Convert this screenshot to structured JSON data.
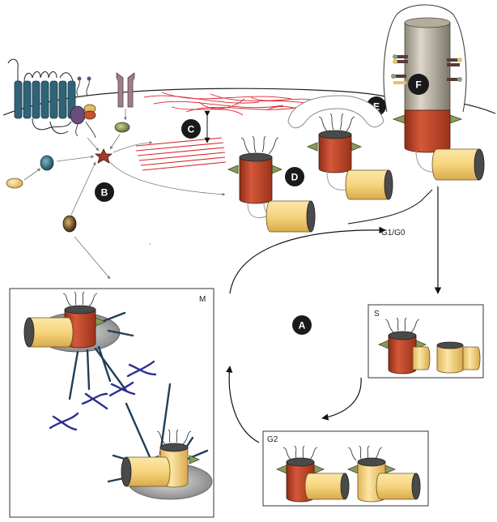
{
  "badges": {
    "a": "A",
    "b": "B",
    "c": "C",
    "d": "D",
    "e": "E",
    "f": "F"
  },
  "phases": {
    "g1": "G1/G0",
    "s": "S",
    "g2": "G2",
    "m": "M"
  },
  "colors": {
    "mother_centriole": "#c0452a",
    "daughter_centriole": "#f4d57e",
    "cilium": "#c9c3b5",
    "actin": "#d7262e",
    "microtubule": "#1d3f5a",
    "chromosome": "#2c2f8f",
    "receptor": "#2f6478",
    "badge": "#1a1a1a"
  },
  "icons": {
    "receptor": "gpcr-icon",
    "kinase": "star-icon",
    "channel": "channel-icon",
    "cycle_arrow": "curved-arrow-icon"
  }
}
